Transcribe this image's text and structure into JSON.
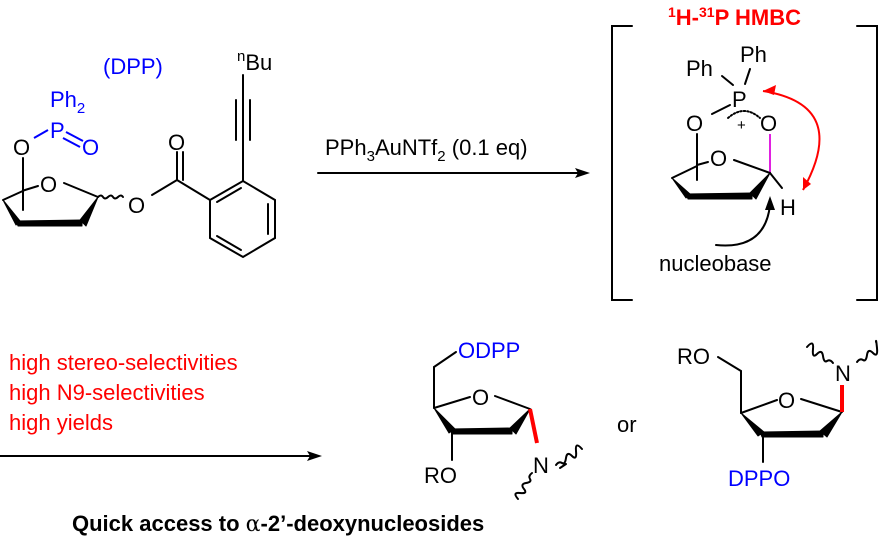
{
  "colors": {
    "text": "#000000",
    "dpp_blue": "#0000ff",
    "highlight_red": "#ff0000",
    "bond_magenta": "#e020e0"
  },
  "reactant": {
    "dpp_label": "(DPP)",
    "ph2": "Ph",
    "ph2_sub": "2",
    "p": "P",
    "o_double": "O",
    "o_ring_link": "O",
    "o_ring": "O",
    "o_ester": "O",
    "o_carbonyl": "O",
    "nbu_sup": "n",
    "nbu": "Bu"
  },
  "reagent": {
    "part1": "PPh",
    "sub1": "3",
    "part2": "AuNTf",
    "sub2": "2",
    "part3": " (0.1 eq)"
  },
  "intermediate": {
    "title_sup1": "1",
    "title_h": "H-",
    "title_sup2": "31",
    "title_rest": "P HMBC",
    "ph_left": "Ph",
    "ph_right": "Ph",
    "p": "P",
    "plus": "+",
    "o_left": "O",
    "o_right": "O",
    "o_ring": "O",
    "h": "H",
    "nucleobase": "nucleobase"
  },
  "conditions": {
    "lines": [
      "high stereo-selectivities",
      "high N9-selectivities",
      "high yields"
    ]
  },
  "products": {
    "product1": {
      "odpp": "ODPP",
      "o_ring": "O",
      "ro": "RO",
      "n": "N"
    },
    "or": "or",
    "product2": {
      "ro": "RO",
      "o_ring": "O",
      "dppo": "DPPO",
      "n": "N"
    }
  },
  "caption": {
    "prefix": "Quick access to ",
    "alpha": "α",
    "suffix": "-2’-deoxynucleosides"
  }
}
